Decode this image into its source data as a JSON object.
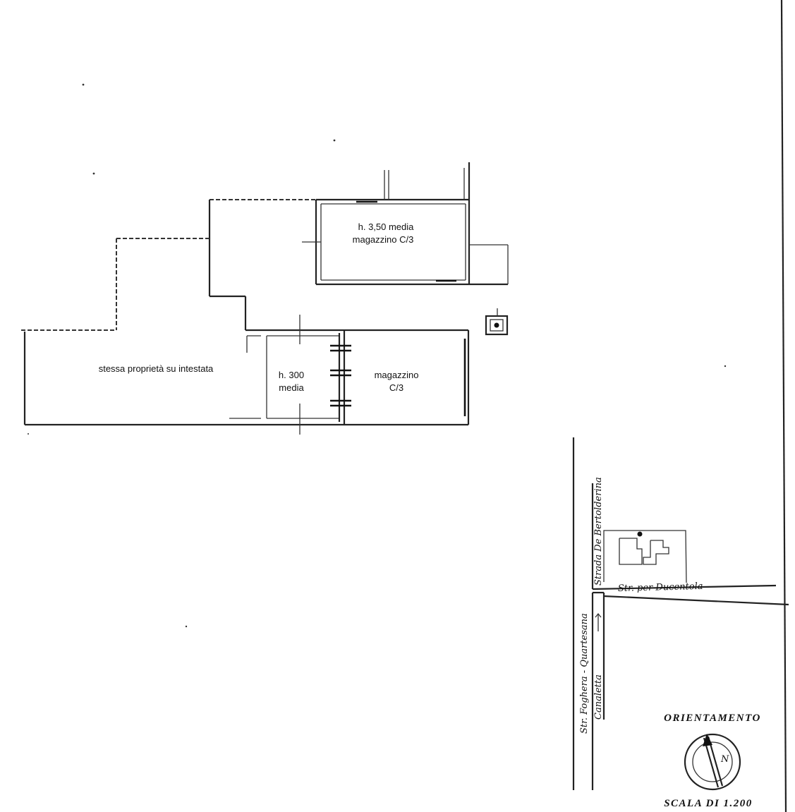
{
  "plan": {
    "room_upper": {
      "height_label": "h. 3,50 media",
      "use_label": "magazzino C/3"
    },
    "room_small": {
      "height_label": "h. 300",
      "height_label_2": "media"
    },
    "room_lower": {
      "use_label": "magazzino",
      "use_label_2": "C/3"
    },
    "adjacent_area": {
      "label": "stessa proprietà su intestata"
    }
  },
  "location_map": {
    "road_vertical": "Str. Foghera - Quartesana",
    "road_vertical_detail": "Strada De Bertolderina",
    "road_horizontal": "Str. per Ducentola",
    "road_lower": "Canaletta"
  },
  "compass": {
    "title": "ORIENTAMENTO",
    "north_letter": "N"
  },
  "scale": {
    "label": "SCALA DI 1.200"
  },
  "colors": {
    "ink": "#222222",
    "paper": "#ffffff"
  }
}
